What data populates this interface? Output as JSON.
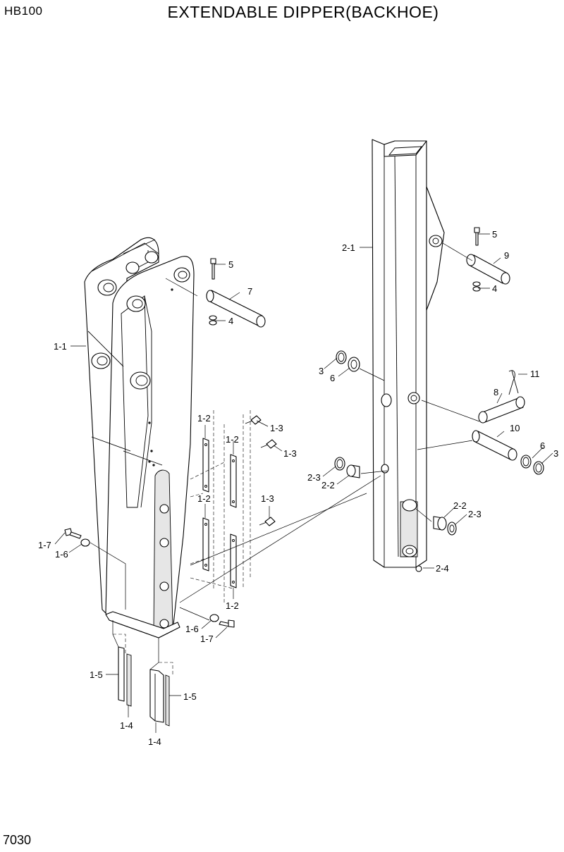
{
  "header": {
    "model": "HB100",
    "title": "EXTENDABLE DIPPER(BACKHOE)"
  },
  "footer": {
    "page_number": "7030"
  },
  "callouts": {
    "c1_1": "1-1",
    "c1_2a": "1-2",
    "c1_2b": "1-2",
    "c1_2c": "1-2",
    "c1_2d": "1-2",
    "c1_3a": "1-3",
    "c1_3b": "1-3",
    "c1_3c": "1-3",
    "c1_4a": "1-4",
    "c1_4b": "1-4",
    "c1_5a": "1-5",
    "c1_5b": "1-5",
    "c1_6a": "1-6",
    "c1_6b": "1-6",
    "c1_7a": "1-7",
    "c1_7b": "1-7",
    "c2_1": "2-1",
    "c2_2a": "2-2",
    "c2_2b": "2-2",
    "c2_3a": "2-3",
    "c2_3b": "2-3",
    "c2_4": "2-4",
    "c3a": "3",
    "c3b": "3",
    "c4a": "4",
    "c4b": "4",
    "c5a": "5",
    "c5b": "5",
    "c6a": "6",
    "c6b": "6",
    "c7": "7",
    "c8": "8",
    "c9": "9",
    "c10": "10",
    "c11": "11"
  }
}
